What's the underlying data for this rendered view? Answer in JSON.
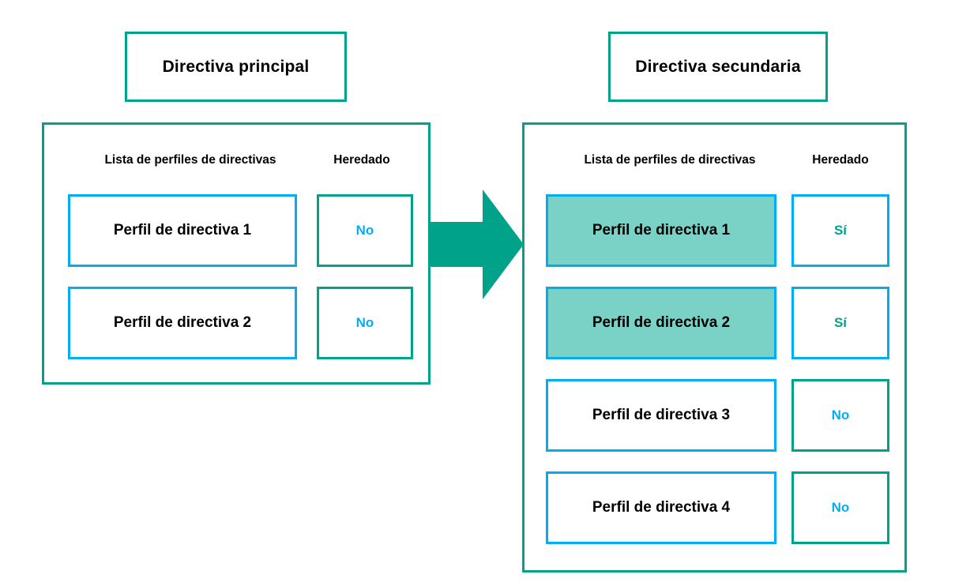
{
  "diagram": {
    "arrow_icon": "right-arrow-icon",
    "colors": {
      "green": "#00A389",
      "blue": "#00AEEF",
      "highlight_fill": "#7AD1C6",
      "text": "#000000"
    }
  },
  "primary": {
    "title": "Directiva principal",
    "headers": {
      "list": "Lista de perfiles de directivas",
      "inherited": "Heredado"
    },
    "rows": [
      {
        "profile": "Perfil de directiva 1",
        "inherited": "No",
        "highlighted": false,
        "yes": false
      },
      {
        "profile": "Perfil de directiva 2",
        "inherited": "No",
        "highlighted": false,
        "yes": false
      }
    ]
  },
  "secondary": {
    "title": "Directiva secundaria",
    "headers": {
      "list": "Lista de perfiles de directivas",
      "inherited": "Heredado"
    },
    "rows": [
      {
        "profile": "Perfil de directiva 1",
        "inherited": "Sí",
        "highlighted": true,
        "yes": true
      },
      {
        "profile": "Perfil de directiva 2",
        "inherited": "Sí",
        "highlighted": true,
        "yes": true
      },
      {
        "profile": "Perfil de directiva 3",
        "inherited": "No",
        "highlighted": false,
        "yes": false
      },
      {
        "profile": "Perfil de directiva 4",
        "inherited": "No",
        "highlighted": false,
        "yes": false
      }
    ]
  }
}
